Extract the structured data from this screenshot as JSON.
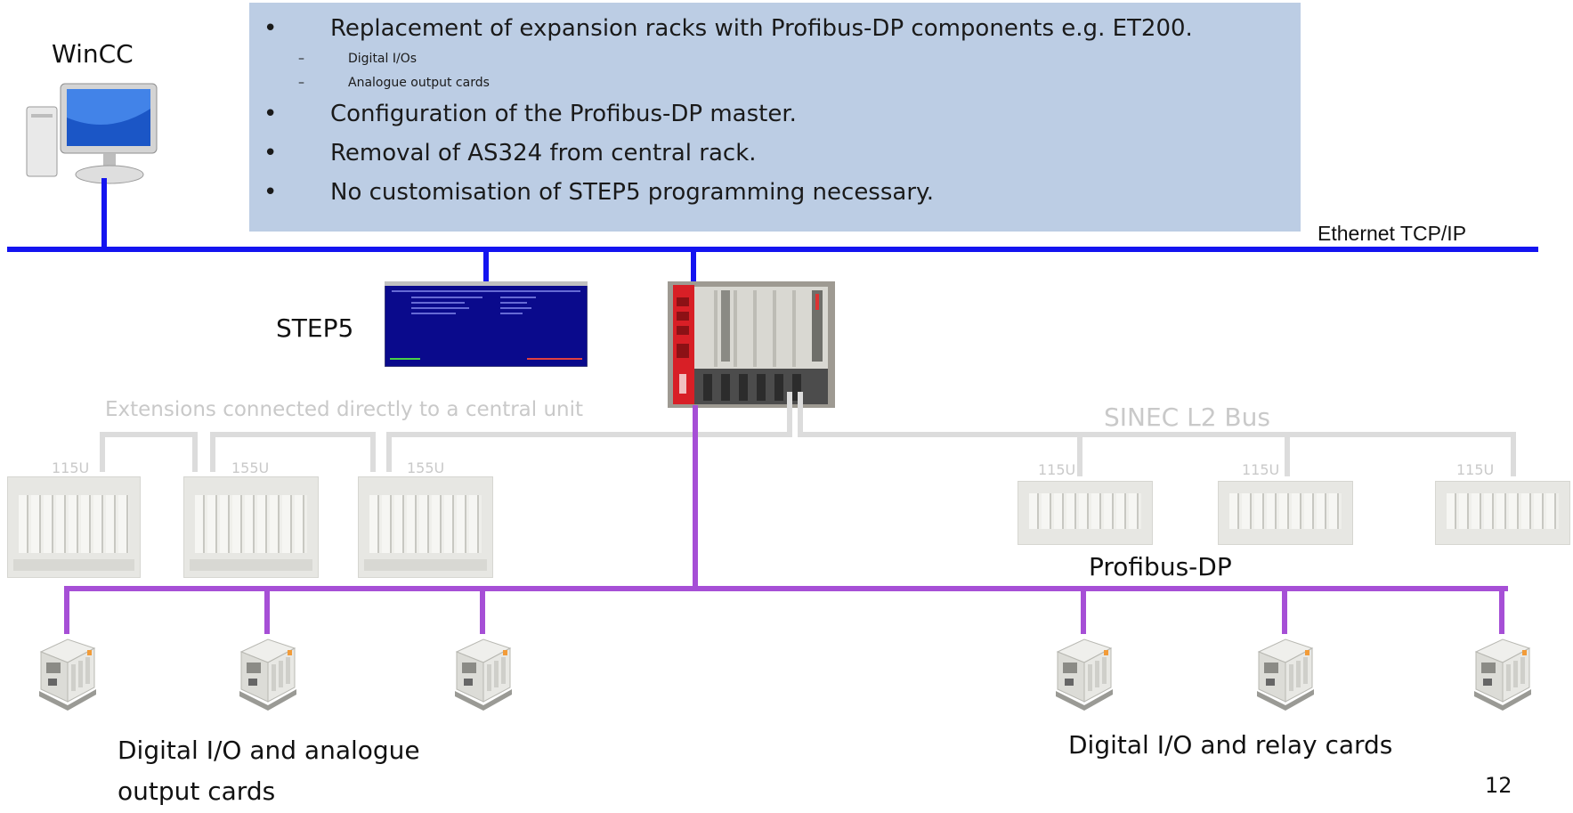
{
  "info_box": {
    "bullet_glyph": "•",
    "dash_glyph": "–",
    "bullets": [
      {
        "text": "Replacement of expansion racks with Profibus-DP components  e.g. ET200.",
        "sub_items": [
          "Digital I/Os",
          "Analogue output cards"
        ]
      },
      {
        "text": "Configuration of the Profibus-DP master."
      },
      {
        "text": "Removal of AS324 from central rack."
      },
      {
        "text": "No customisation of STEP5 programming necessary."
      }
    ]
  },
  "nodes": {
    "wincc": {
      "label": "WinCC",
      "icon": "computer-monitor-icon"
    },
    "step5": {
      "label": "STEP5",
      "icon": "step5-screen-icon"
    },
    "central_unit": {
      "icon": "central-rack-photo"
    }
  },
  "buses": {
    "ethernet": {
      "label": "Ethernet TCP/IP",
      "color": "#1414f0"
    },
    "sinec": {
      "label": "SINEC L2 Bus",
      "color": "#dcdcdc"
    },
    "profibus": {
      "label": "Profibus-DP",
      "color": "#a64fd6"
    }
  },
  "extensions": {
    "caption": "Extensions connected directly to a central unit",
    "racks": [
      {
        "label": "115U"
      },
      {
        "label": "155U"
      },
      {
        "label": "155U"
      }
    ]
  },
  "sinec_racks": [
    {
      "label": "115U"
    },
    {
      "label": "115U"
    },
    {
      "label": "115U"
    }
  ],
  "io_groups": {
    "left_line1": "Digital I/O and analogue",
    "left_line2": "output cards",
    "right": "Digital I/O and relay cards"
  },
  "page_number": "12"
}
